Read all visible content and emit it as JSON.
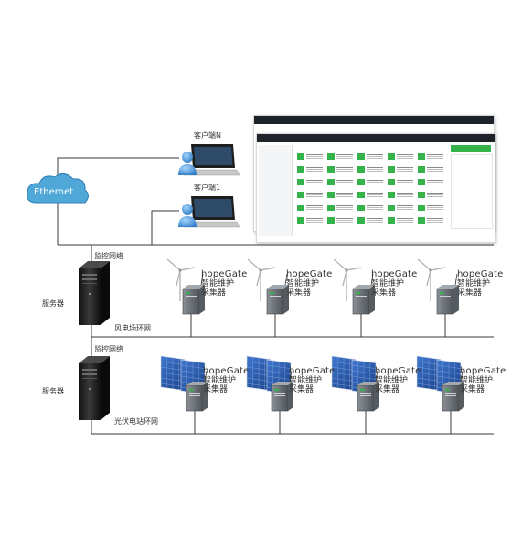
{
  "labels": {
    "ethernet": "Ethernet",
    "client_n": "客户端N",
    "client_1": "客户端1",
    "monitor_net_1": "监控网络",
    "monitor_net_2": "监控网络",
    "server_1": "服务器",
    "server_2": "服务器",
    "wind_ring": "风电场环网",
    "pv_ring": "光伏电站环网"
  },
  "collector": {
    "name": "hopeGate",
    "line2": "智能维护",
    "line3": "采集器"
  },
  "colors": {
    "line": "#3a3a3a",
    "cloud": "#4fa8d8",
    "server": "#1d1d1d",
    "device": "#6a7075",
    "solar": "#2a5aa8",
    "accent": "#35b34a"
  },
  "icons": [
    "cloud-icon",
    "laptop-icon",
    "user-icon",
    "server-icon",
    "wind-turbine-icon",
    "solar-panel-icon",
    "collector-device-icon"
  ]
}
